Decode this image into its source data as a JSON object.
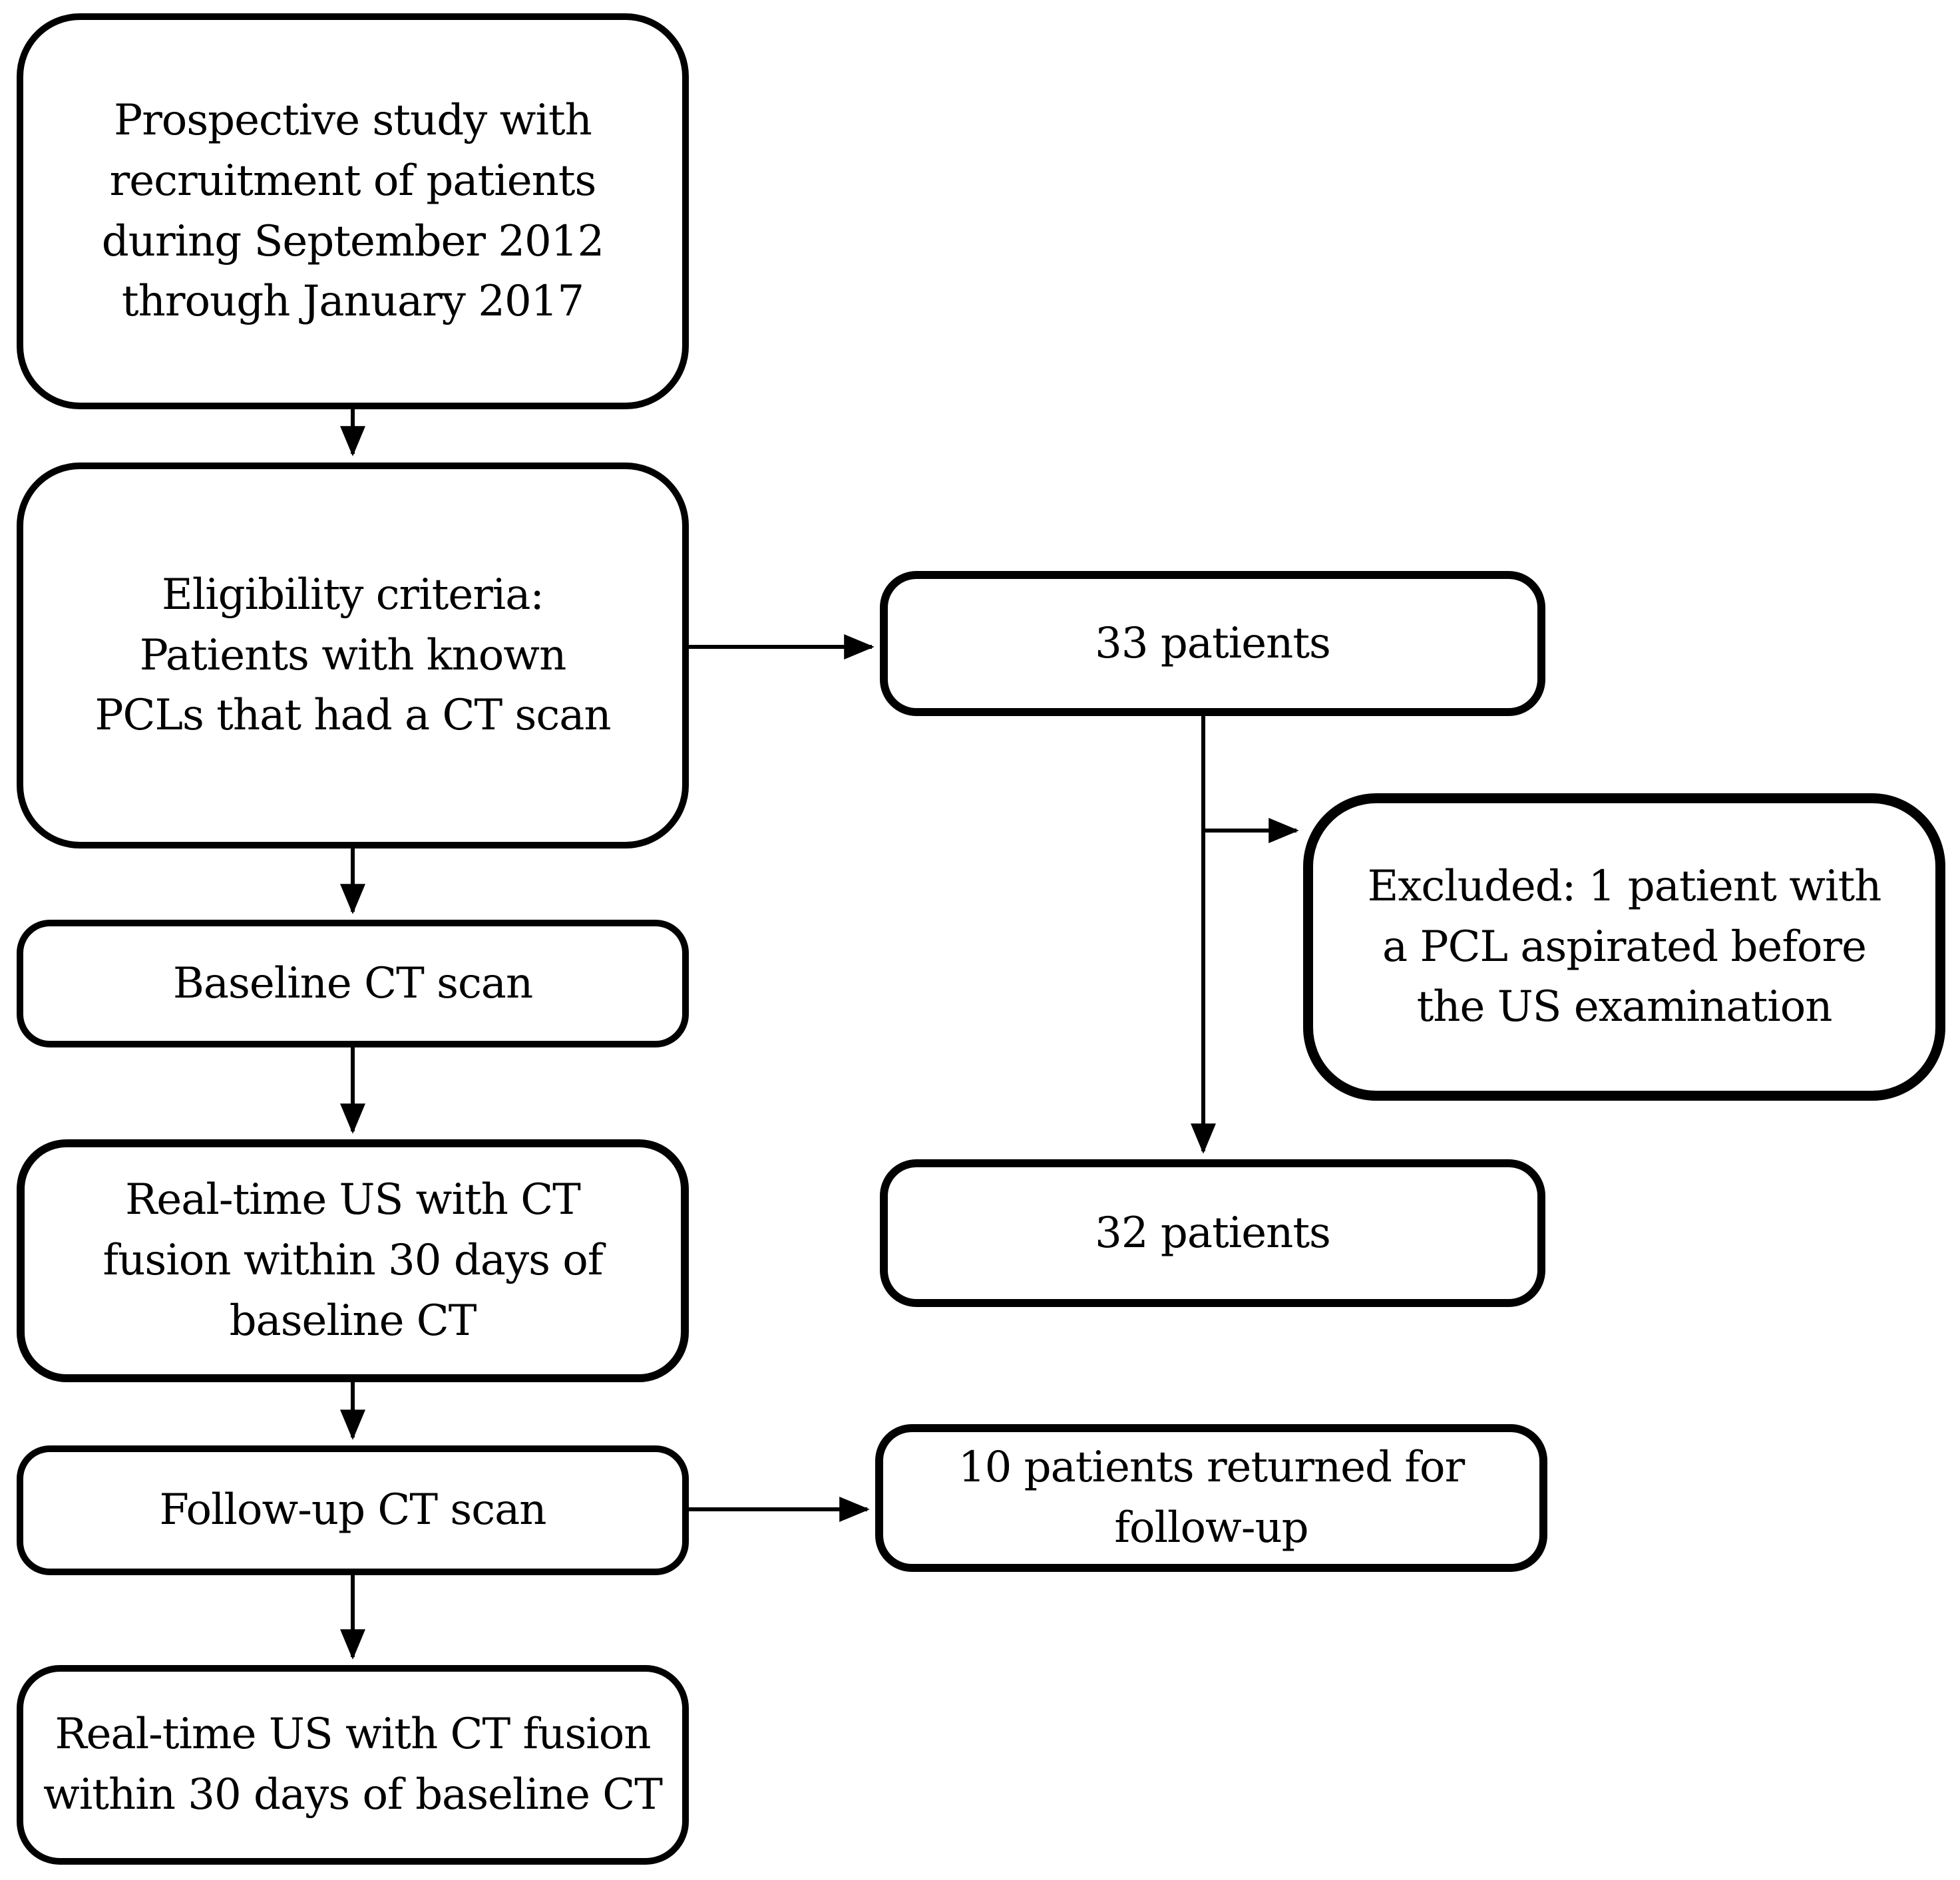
{
  "colors": {
    "background": "#ffffff",
    "line": "#000000",
    "text": "#000000",
    "node_fill": "#ffffff",
    "node_border": "#000000"
  },
  "nodes": {
    "prospective_study": {
      "label": "Prospective study with\nrecruitment of patients\nduring September 2012\nthrough January 2017"
    },
    "eligibility": {
      "label": "Eligibility criteria:\nPatients with known\nPCLs that had a CT scan"
    },
    "patients_33": {
      "label": "33 patients"
    },
    "excluded": {
      "label": "Excluded: 1 patient with\na PCL aspirated before\nthe US examination"
    },
    "patients_32": {
      "label": "32 patients"
    },
    "baseline_ct": {
      "label": "Baseline CT scan"
    },
    "realtime_us_baseline": {
      "label": "Real-time US with CT\nfusion within 30 days of\nbaseline CT"
    },
    "followup_ct": {
      "label": "Follow-up CT scan"
    },
    "patients_10_followup": {
      "label": "10 patients returned for\nfollow-up"
    },
    "realtime_us_followup": {
      "label": "Real-time US with CT fusion\nwithin 30 days of baseline CT"
    }
  }
}
